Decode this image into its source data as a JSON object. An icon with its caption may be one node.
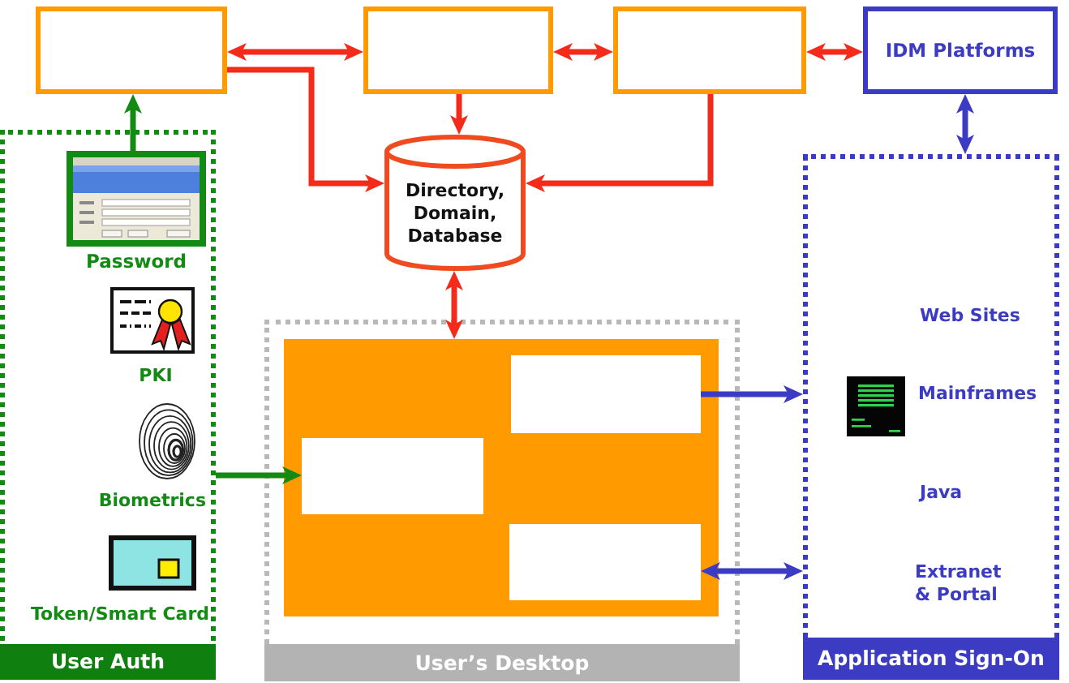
{
  "diagram": {
    "nodes": [
      {
        "text": [],
        "shape": "box"
      },
      {
        "text": [],
        "shape": "box"
      },
      {
        "text": [],
        "shape": "box"
      },
      {
        "text": [
          "IDM Platforms"
        ]
      },
      {
        "text": [
          "Directory, Domain, Database"
        ]
      },
      {
        "text": [
          "User Auth"
        ]
      },
      {
        "text": [
          "Password"
        ],
        "in": 5
      },
      {
        "text": [
          "User’s Desktop"
        ]
      },
      {
        "text": [],
        "shape": "box",
        "in": 7
      },
      {
        "text": [],
        "shape": "box",
        "in": 8
      },
      {
        "text": [],
        "shape": "box",
        "in": 8
      },
      {
        "text": [],
        "shape": "box",
        "in": 8
      },
      {
        "text": [
          "Application Sign-On"
        ]
      }
    ],
    "edges": [
      {
        "from": 0,
        "to": 1,
        "arrow": "both"
      },
      {
        "from": 1,
        "to": 2,
        "arrow": "both"
      },
      {
        "from": 2,
        "to": 3,
        "arrow": "both"
      },
      {
        "from": 0,
        "to": 4,
        "arrow": "to"
      },
      {
        "from": 1,
        "to": 4,
        "arrow": "to"
      },
      {
        "from": 2,
        "to": 4,
        "arrow": "to"
      },
      {
        "from": 4,
        "to": 8,
        "arrow": "both"
      },
      {
        "from": 6,
        "to": 0,
        "arrow": "to",
        "color": "#138a13"
      },
      {
        "from": 5,
        "to": 9,
        "arrow": "to",
        "color": "#138a13"
      },
      {
        "from": 10,
        "to": 12,
        "arrow": "to",
        "color": "#3b3bc4"
      },
      {
        "from": 11,
        "to": 12,
        "arrow": "both",
        "color": "#3b3bc4"
      },
      {
        "from": 3,
        "to": 12,
        "arrow": "both",
        "color": "#3b3bc4"
      }
    ],
    "labels": [
      "PKI",
      "Biometrics",
      "Token/Smart Card",
      "Web Sites",
      "Mainframes",
      "Java",
      "Extranet & Portal"
    ]
  }
}
